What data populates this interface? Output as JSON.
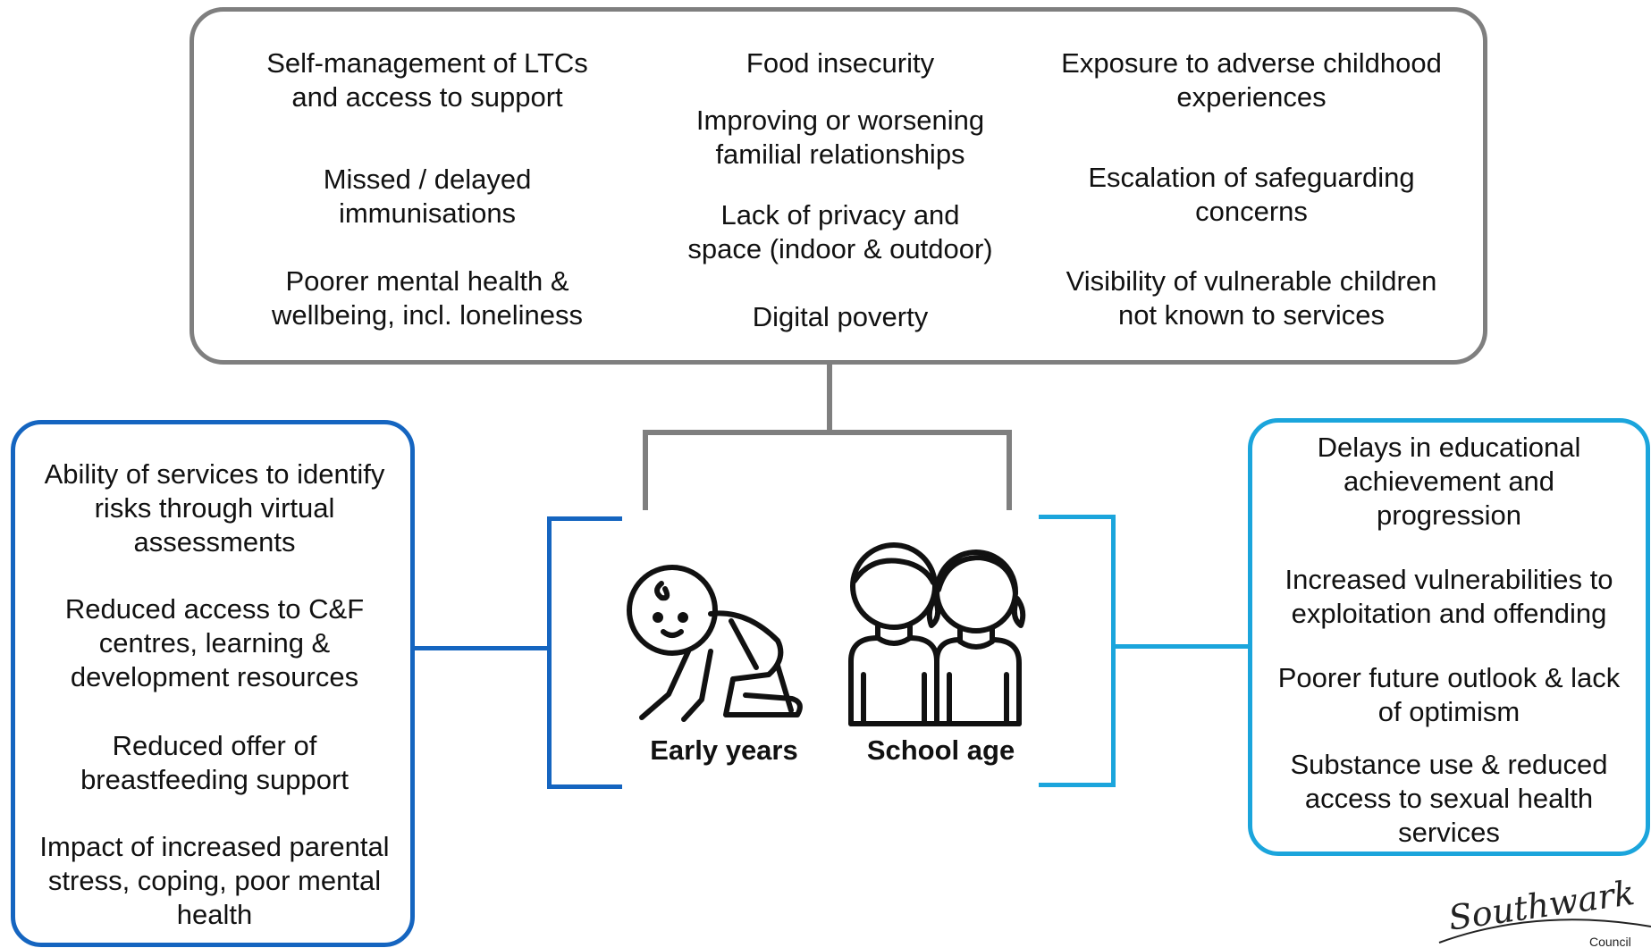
{
  "top": {
    "col1": [
      "Self-management of LTCs\nand access to support",
      "Missed / delayed\nimmunisations",
      "Poorer mental health &\nwellbeing, incl. loneliness"
    ],
    "col2": [
      "Food insecurity",
      "Improving or worsening\nfamilial relationships",
      "Lack of privacy and\nspace (indoor & outdoor)",
      "Digital poverty"
    ],
    "col3": [
      "Exposure to adverse childhood\nexperiences",
      "Escalation of safeguarding\nconcerns",
      "Visibility of vulnerable children\nnot known to services"
    ]
  },
  "left": {
    "items": [
      "Ability of services to identify\nrisks through virtual\nassessments",
      "Reduced access to C&F\ncentres, learning &\ndevelopment resources",
      "Reduced offer of\nbreastfeeding support",
      "Impact of increased parental\nstress, coping, poor mental\nhealth"
    ]
  },
  "right": {
    "items": [
      "Delays in educational\nachievement and\nprogression",
      "Increased vulnerabilities to\nexploitation and offending",
      "Poorer future outlook & lack\nof optimism",
      "Substance use & reduced\naccess to sexual health\nservices"
    ]
  },
  "center": {
    "early_years_label": "Early years",
    "school_age_label": "School age",
    "early_years_icon": "baby-crawling-icon",
    "school_age_icon": "children-icon"
  },
  "logo": {
    "text": "Southwark",
    "subtext": "Council"
  },
  "colors": {
    "grey": "#7f7f7f",
    "dark_blue": "#1565c0",
    "light_blue": "#1ba5dc"
  }
}
